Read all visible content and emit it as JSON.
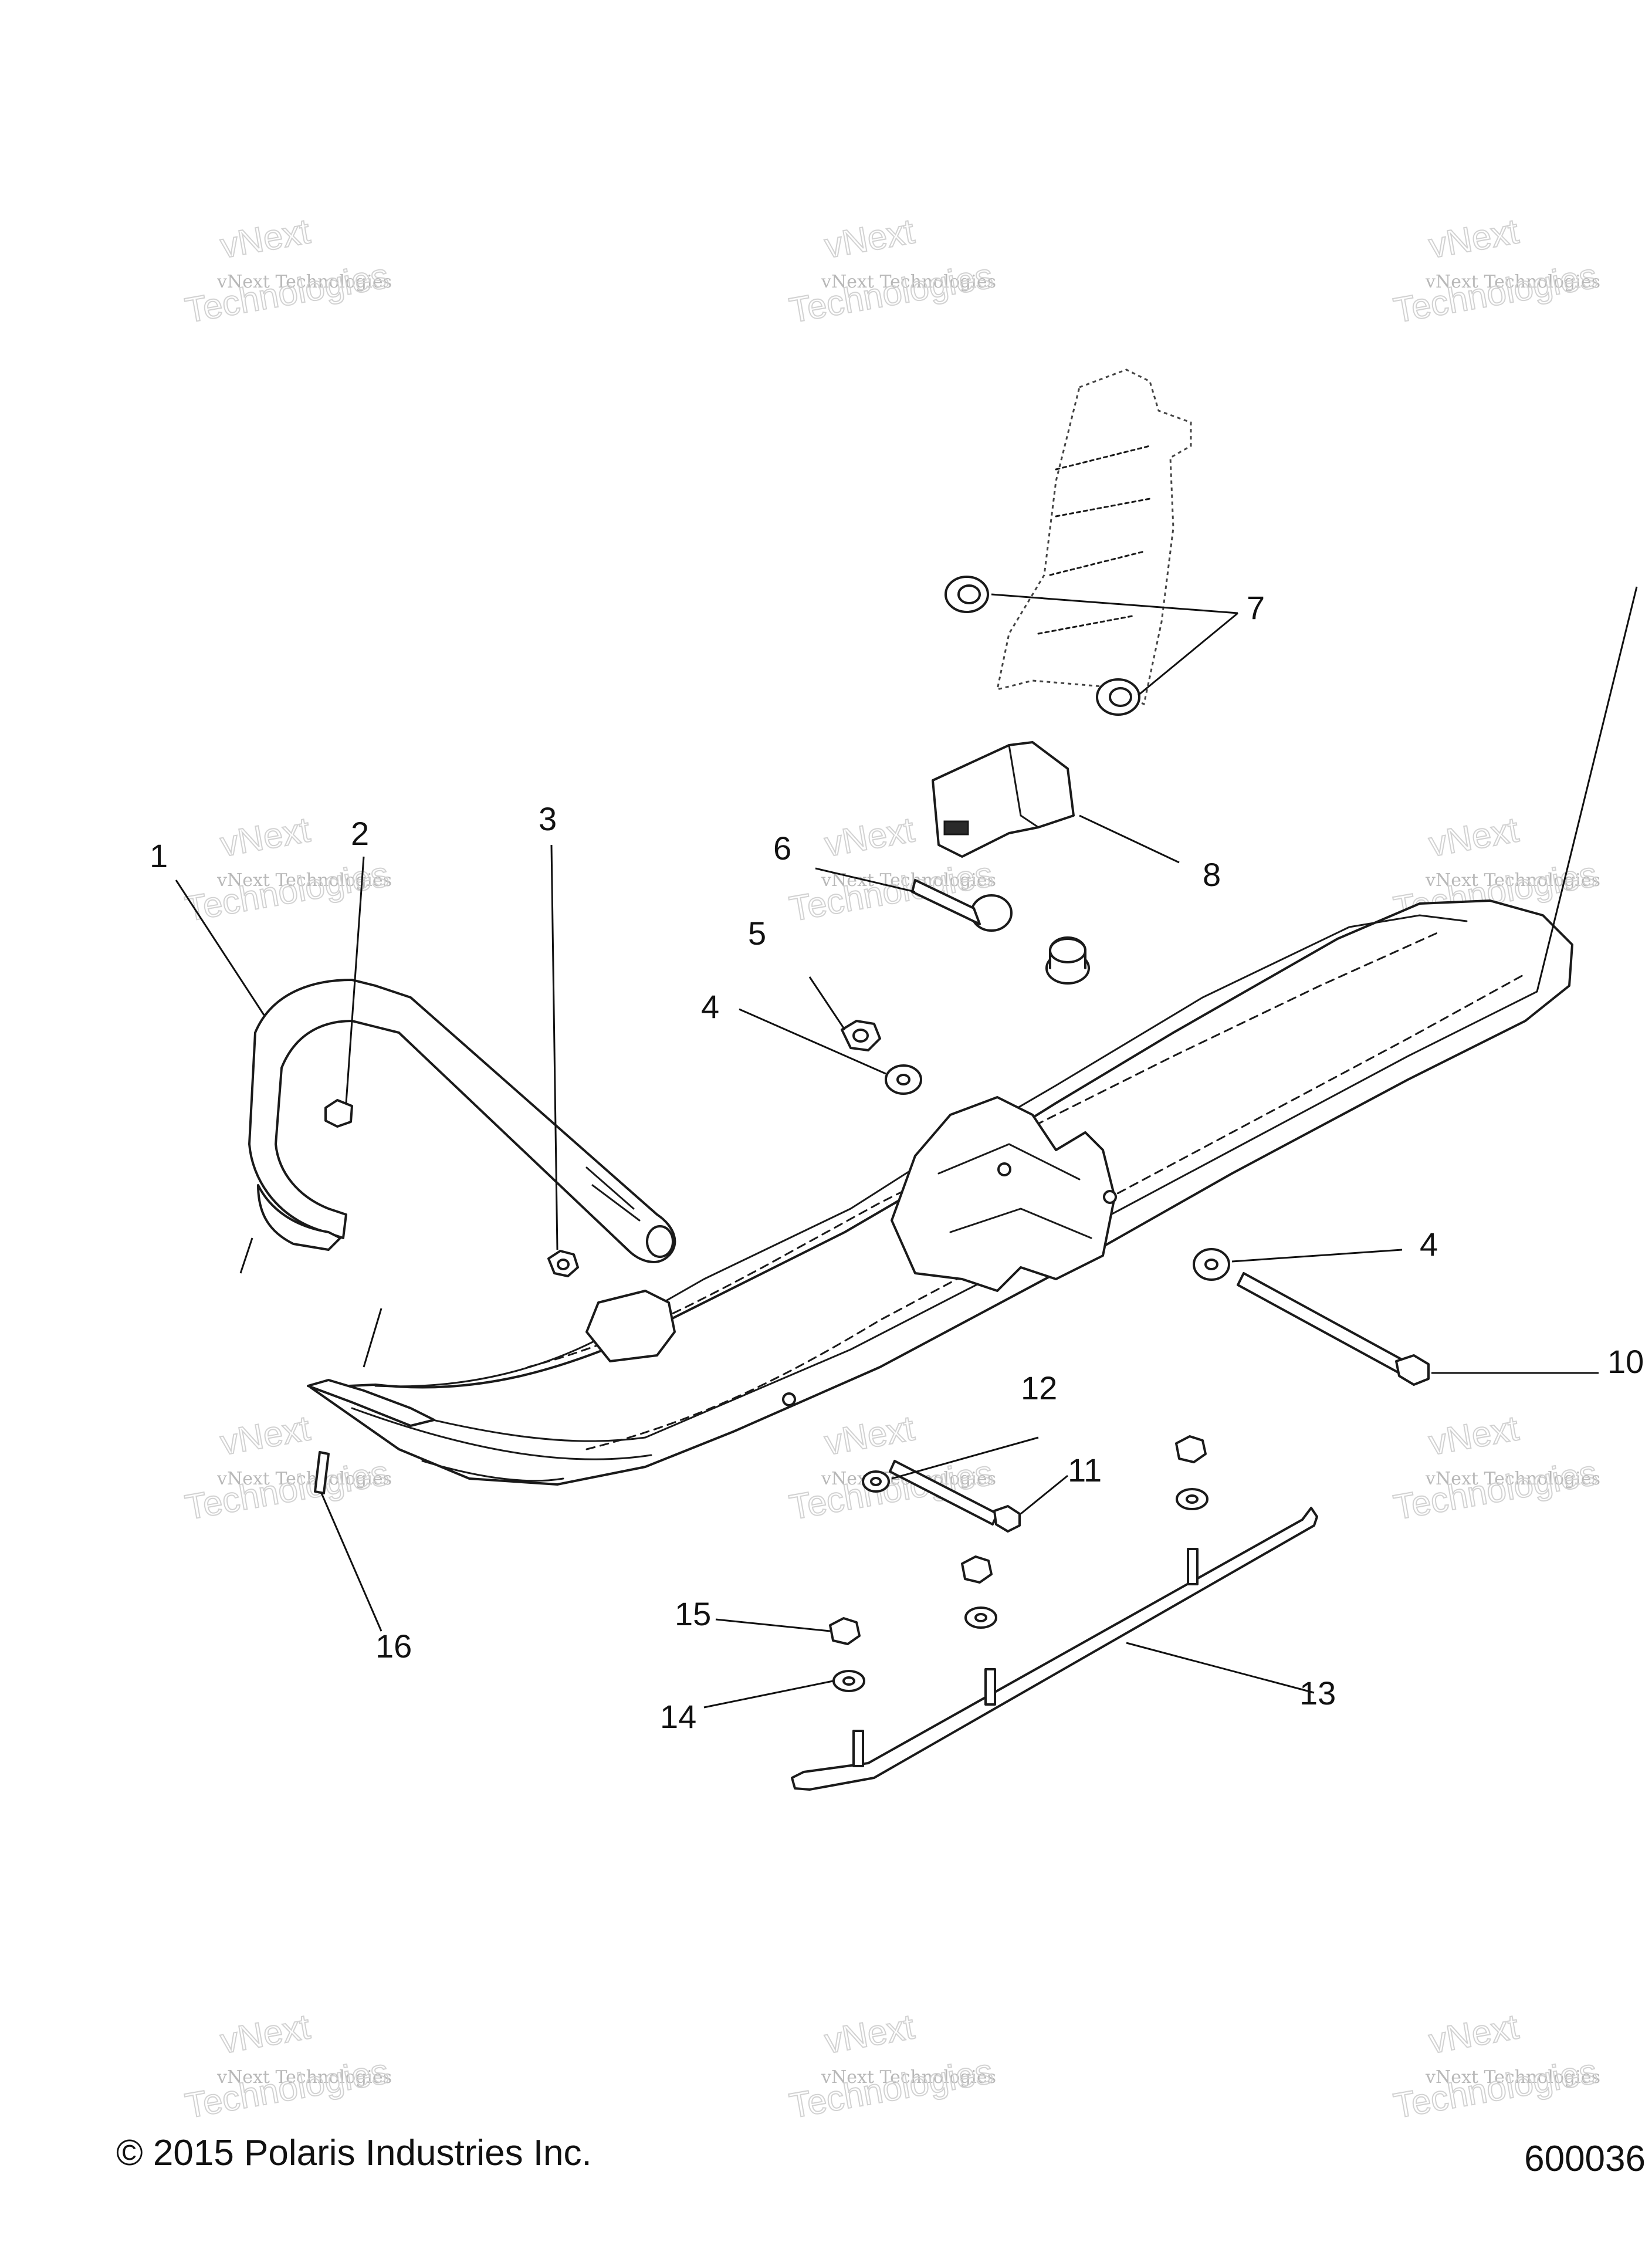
{
  "callouts": [
    "1",
    "2",
    "3",
    "4",
    "4",
    "5",
    "6",
    "7",
    "8",
    "10",
    "11",
    "12",
    "13",
    "14",
    "15",
    "16"
  ],
  "watermark": {
    "line1": "vNext",
    "line2": "vNext Technologies",
    "line3": "Technologies"
  },
  "footer": {
    "copyright": "© 2015 Polaris Industries Inc.",
    "figure_id": "600036"
  },
  "colors": {
    "line": "#1a1a1a",
    "watermark": "#c8c8c8",
    "background": "#ffffff"
  }
}
